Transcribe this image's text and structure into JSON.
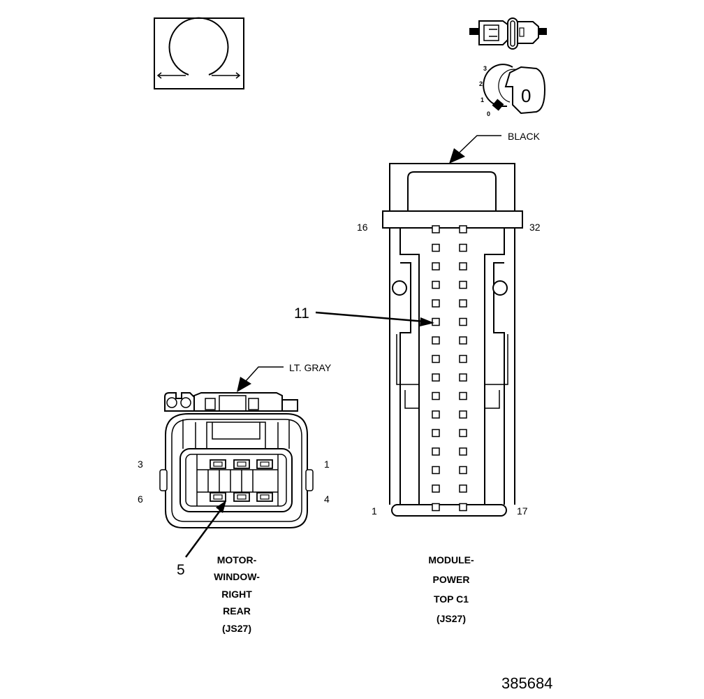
{
  "icons": {
    "seal": "omega-seal-icon",
    "lock": "connector-lock-icon",
    "key": "key-position-icon"
  },
  "key_positions": [
    "3",
    "2",
    "1",
    "0"
  ],
  "key_digit": "0",
  "motor_connector": {
    "color_label": "LT. GRAY",
    "pin_labels": {
      "top_left": "3",
      "top_right": "1",
      "bottom_left": "6",
      "bottom_right": "4"
    },
    "callout": "5",
    "name_lines": [
      "MOTOR-",
      "WINDOW-",
      "RIGHT",
      "REAR",
      "(JS27)"
    ]
  },
  "module_connector": {
    "color_label": "BLACK",
    "pin_labels": {
      "top_left": "16",
      "top_right": "32",
      "bottom_left": "1",
      "bottom_right": "17"
    },
    "callout": "11",
    "name_lines": [
      "MODULE-",
      "POWER",
      "TOP C1",
      "(JS27)"
    ]
  },
  "figure_number": "385684"
}
